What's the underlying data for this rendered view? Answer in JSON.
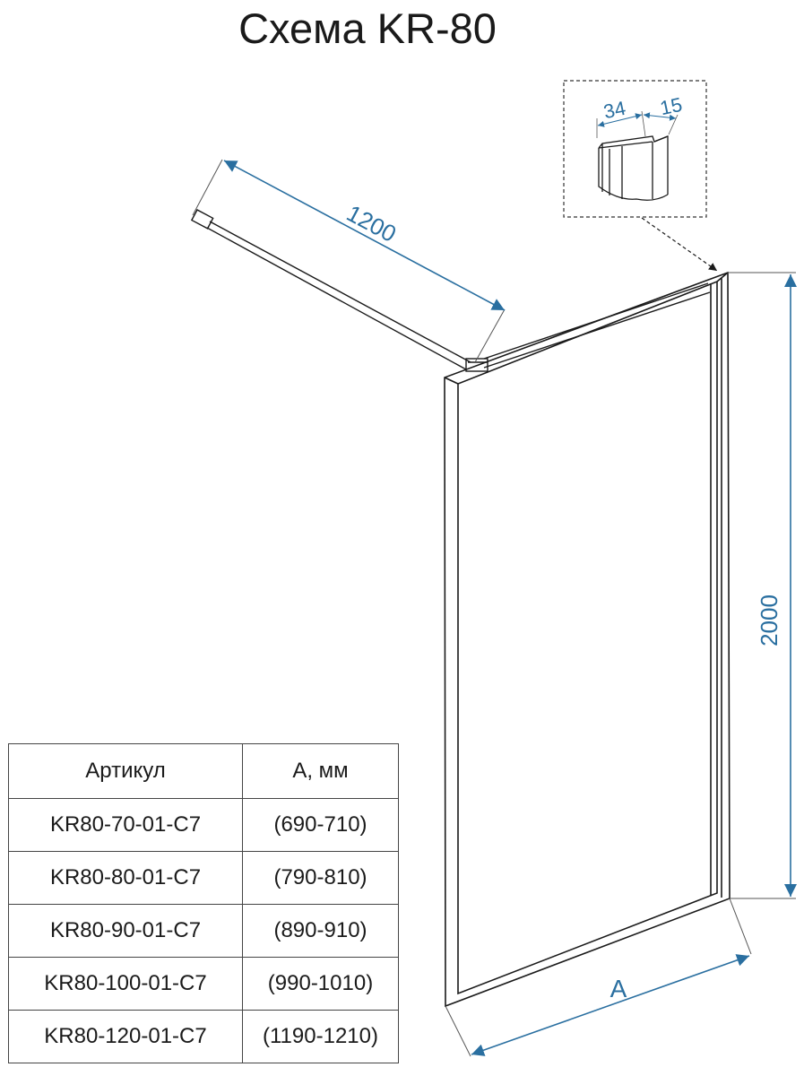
{
  "title": "Схема KR-80",
  "dimensions": {
    "bar_length": "1200",
    "height": "2000",
    "width": "A",
    "profile_width": "34",
    "profile_depth": "15"
  },
  "colors": {
    "dimension": "#2a6fa0",
    "line": "#1a1a1a"
  },
  "table": {
    "headers": [
      "Артикул",
      "А, мм"
    ],
    "rows": [
      [
        "KR80-70-01-C7",
        "(690-710)"
      ],
      [
        "KR80-80-01-C7",
        "(790-810)"
      ],
      [
        "KR80-90-01-C7",
        "(890-910)"
      ],
      [
        "KR80-100-01-C7",
        "(990-1010)"
      ],
      [
        "KR80-120-01-C7",
        "(1190-1210)"
      ]
    ]
  }
}
